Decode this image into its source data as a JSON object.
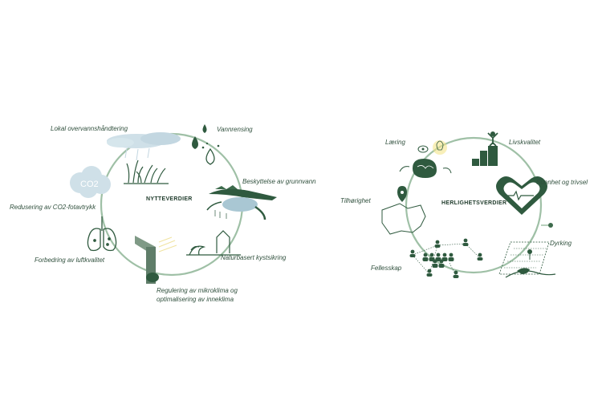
{
  "colors": {
    "dark_green": "#2f5a3f",
    "mid_green": "#3d6b4c",
    "ring": "#9fc0a6",
    "water_blue": "#a9c7d3",
    "light_blue": "#cfe0e8",
    "text": "#2f4f3c",
    "bulb_yellow": "#f3e58a"
  },
  "left_diagram": {
    "center_title": "NYTTEVERDIER",
    "labels": {
      "lokal": "Lokal overvannshåndtering",
      "vannrensing": "Vannrensing",
      "beskyttelse": "Beskyttelse av grunnvann",
      "reduse": "Redusering av CO2-fotavtrykk",
      "naturbasert": "Naturbasert kystsikring",
      "forbedring": "Forbedring av luftkvalitet",
      "regulering_1": "Regulering av mikroklima og",
      "regulering_2": "optimalisering av inneklima"
    },
    "icons": [
      "rain-cloud-icon",
      "grass-icon",
      "water-drops-icon",
      "groundwater-icon",
      "co2-cloud-icon",
      "lungs-icon",
      "building-sun-icon",
      "wave-house-icon"
    ],
    "co2_text": "CO2"
  },
  "right_diagram": {
    "center_title": "HERLIGHETSVERDIER",
    "labels": {
      "laering": "Læring",
      "livskvalitet": "Livskvalitet",
      "sunnhet": "Sunnhet og trivsel",
      "tilhorighet": "Tilhørighet",
      "dyrking": "Dyrking",
      "fellesskap": "Fellesskap"
    },
    "icons": [
      "brain-lightbulb-icon",
      "podium-person-icon",
      "heart-pulse-icon",
      "map-pin-icon",
      "hand-sprout-icon",
      "people-network-icon"
    ]
  }
}
